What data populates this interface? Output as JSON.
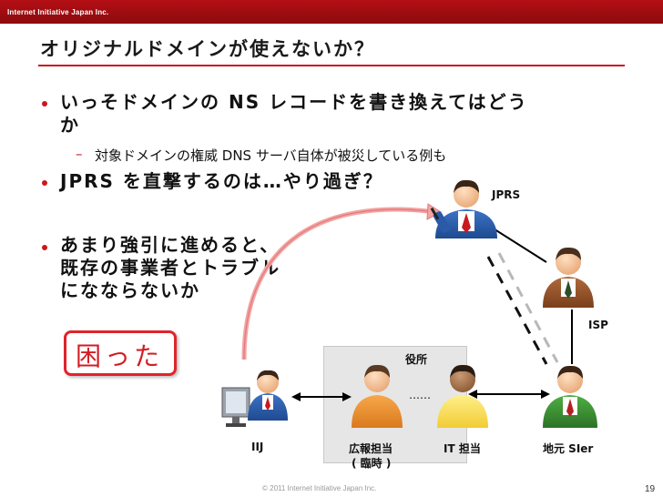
{
  "header": {
    "company": "Internet Initiative Japan Inc."
  },
  "slide": {
    "title": "オリジナルドメインが使えないか？",
    "bullets": [
      {
        "line1": "いっそドメインの NS レコードを書き換えてはどう",
        "line2": "か"
      },
      {
        "line1": "JPRS を直撃するのは…やり過ぎ？"
      },
      {
        "line1": "あまり強引に進めると、",
        "line2": "既存の事業者とトラブル",
        "line3": "になならないか"
      }
    ],
    "sub_bullet": "対象ドメインの権威 DNS サーバ自体が被災している例も",
    "sub_dash": "–",
    "trouble_label": "困った"
  },
  "diagram": {
    "office_label": "役所",
    "ellipsis": "……",
    "people": {
      "jprs": "JPRS",
      "isp": "ISP",
      "iij": "IIJ",
      "pr": "広報担当",
      "pr_sub": "( 臨時 )",
      "it": "IT 担当",
      "sier": "地元 SIer"
    },
    "icons": [
      "person-blue-icon",
      "person-brown-icon",
      "computer-icon",
      "person-orange-icon",
      "person-yellow-icon",
      "person-green-icon"
    ]
  },
  "footer": {
    "copyright": "© 2011   Internet Initiative Japan Inc.",
    "page": "19"
  },
  "colors": {
    "accent": "#c9181e",
    "banner": "#a50d12",
    "arrow_pink": "#f4a3a3"
  }
}
